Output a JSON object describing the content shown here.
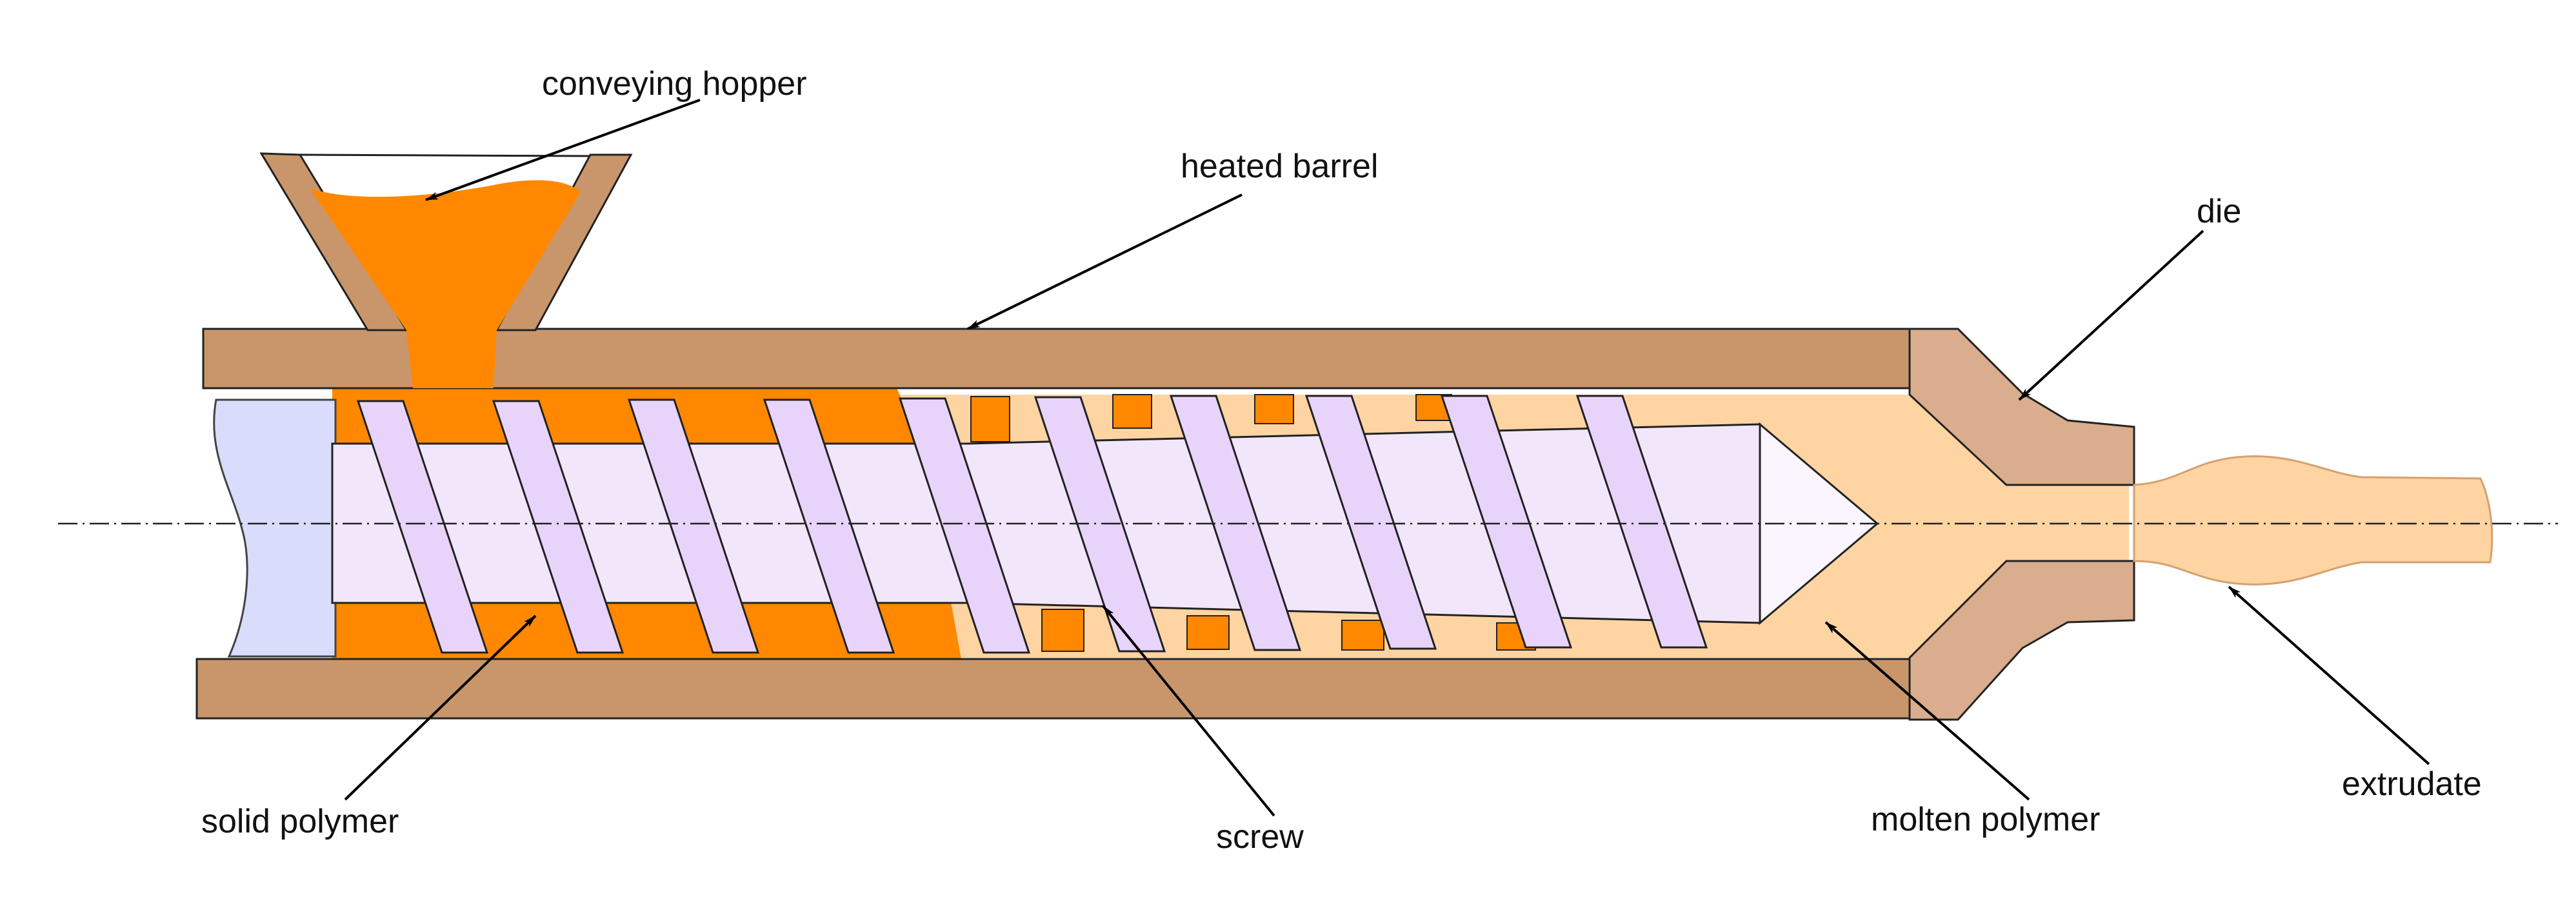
{
  "labels": {
    "conveying_hopper": "conveying hopper",
    "heated_barrel": "heated barrel",
    "die": "die",
    "solid_polymer": "solid polymer",
    "screw": "screw",
    "molten_polymer": "molten polymer",
    "extrudate": "extrudate"
  },
  "colors": {
    "barrel": "#c9966b",
    "die": "#d9ad8d",
    "solid_polymer": "#ff8800",
    "molten_polymer": "#fdd4a2",
    "screw_shaft": "#f2e6fb",
    "screw_flight": "#e8d4fa",
    "screw_tip": "#faf5fe",
    "drive_end": "#d9dcfb",
    "outline": "#222222",
    "arrow": "#000000"
  }
}
